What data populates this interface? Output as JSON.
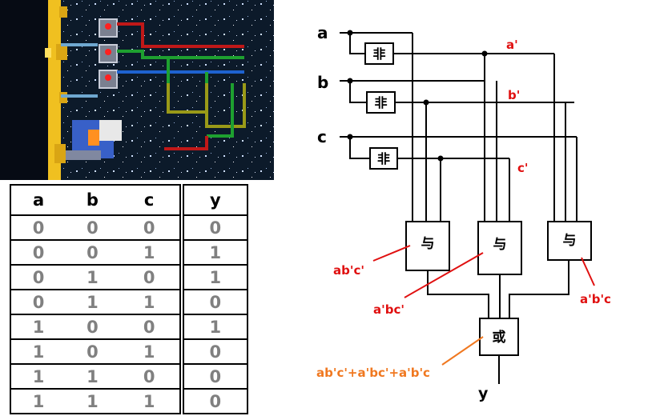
{
  "truth_table": {
    "headers": [
      "a",
      "b",
      "c",
      "y"
    ],
    "rows": [
      [
        "0",
        "0",
        "0",
        "0"
      ],
      [
        "0",
        "0",
        "1",
        "1"
      ],
      [
        "0",
        "1",
        "0",
        "1"
      ],
      [
        "0",
        "1",
        "1",
        "0"
      ],
      [
        "1",
        "0",
        "0",
        "1"
      ],
      [
        "1",
        "0",
        "1",
        "0"
      ],
      [
        "1",
        "1",
        "0",
        "0"
      ],
      [
        "1",
        "1",
        "1",
        "0"
      ]
    ]
  },
  "circuit": {
    "inputs": {
      "a": "a",
      "b": "b",
      "c": "c"
    },
    "not_gate_label": "非",
    "and_gate_label": "与",
    "or_gate_label": "或",
    "complement_labels": {
      "a": "a'",
      "b": "b'",
      "c": "c'"
    },
    "term_labels": {
      "term1": "ab'c'",
      "term2": "a'bc'",
      "term3": "a'b'c"
    },
    "sum_label": "ab'c'+a'bc'+a'b'c",
    "output": "y"
  },
  "colors": {
    "label_red": "#e01010",
    "label_orange": "#f07820",
    "game_bg": "#0c1a2a",
    "wire_red": "#c01818",
    "wire_green": "#1ea030",
    "wire_blue": "#1e62d0",
    "wire_yellow": "#9a9a18",
    "ore_gold": "#f0c020"
  }
}
